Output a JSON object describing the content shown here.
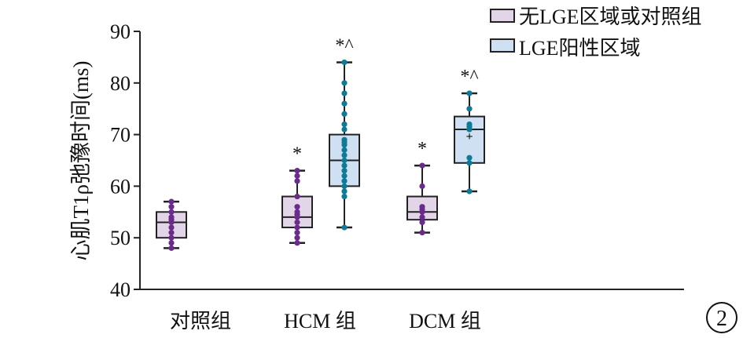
{
  "chart_data": {
    "type": "box",
    "ylabel": "心肌T1ρ弛豫时间(ms)",
    "ylim": [
      40,
      90
    ],
    "yticks": [
      40,
      50,
      60,
      70,
      80,
      90
    ],
    "categories": [
      "对照组",
      "HCM 组",
      "DCM 组"
    ],
    "legend": {
      "position": "top-right",
      "entries": [
        "无LGE区域或对照组",
        "LGE阳性区域"
      ]
    },
    "series": [
      {
        "name": "无LGE区域或对照组",
        "fill": "#e3d5e8",
        "dot": "#6a2b8c",
        "boxes": [
          {
            "category": "对照组",
            "min": 48,
            "q1": 50,
            "median": 53,
            "q3": 55,
            "max": 57,
            "annotation": "",
            "points": [
              57,
              56,
              55,
              54,
              53.5,
              53,
              52,
              51,
              50,
              49,
              48
            ]
          },
          {
            "category": "HCM 组",
            "min": 49,
            "q1": 52,
            "median": 54,
            "q3": 58,
            "max": 63,
            "annotation": "*",
            "points": [
              63,
              62,
              61,
              58,
              56,
              55,
              54.5,
              54,
              53,
              52,
              51,
              50,
              49
            ]
          },
          {
            "category": "DCM 组",
            "min": 51,
            "q1": 53.5,
            "median": 55,
            "q3": 58,
            "max": 64,
            "annotation": "*",
            "points": [
              64,
              60,
              56,
              55.5,
              55,
              54,
              53,
              51
            ]
          }
        ]
      },
      {
        "name": "LGE阳性区域",
        "fill": "#cfe0f3",
        "dot": "#0e7a96",
        "boxes": [
          {
            "category": "HCM 组",
            "min": 52,
            "q1": 60,
            "median": 65,
            "q3": 70,
            "max": 84,
            "annotation": "*^",
            "points": [
              84,
              80,
              78,
              76,
              74,
              72,
              71,
              69,
              68.5,
              68,
              67,
              66,
              65,
              64,
              63,
              62,
              61,
              60,
              59,
              58,
              52
            ]
          },
          {
            "category": "DCM 组",
            "min": 59,
            "q1": 64.5,
            "median": 71,
            "q3": 73.5,
            "max": 78,
            "mean": 69.8,
            "annotation": "*^",
            "points": [
              78,
              75,
              72,
              71.5,
              71,
              65.5,
              64.5,
              59
            ]
          }
        ]
      }
    ]
  },
  "panel_label": "2"
}
